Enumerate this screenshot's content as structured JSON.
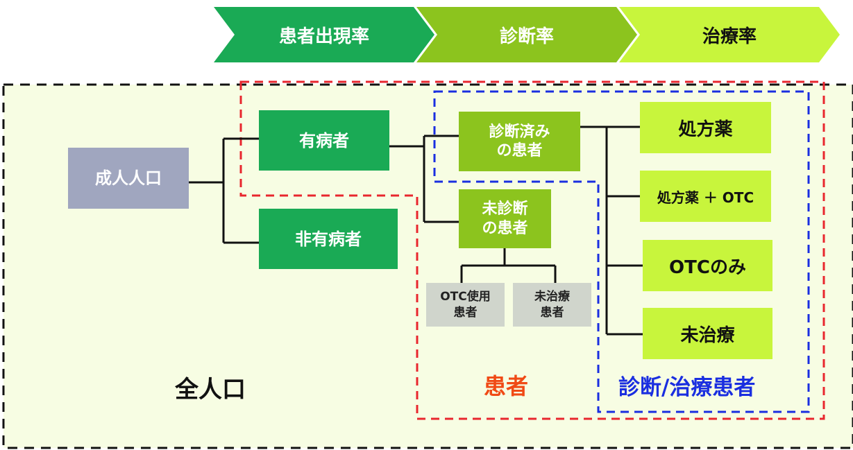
{
  "stages": [
    {
      "label": "患者出現率",
      "color": "#1aaa55"
    },
    {
      "label": "診断率",
      "color": "#8cc41e"
    },
    {
      "label": "治療率",
      "color": "#c8f53c"
    }
  ],
  "nodes": {
    "adult_population": "成人人口",
    "prevalent": "有病者",
    "non_prevalent": "非有病者",
    "diagnosed_line1": "診断済み",
    "diagnosed_line2": "の患者",
    "undiagnosed_line1": "未診断",
    "undiagnosed_line2": "の患者",
    "otc_user_line1": "OTC使用",
    "otc_user_line2": "患者",
    "untreated_small_line1": "未治療",
    "untreated_small_line2": "患者",
    "prescription": "処方薬",
    "prescription_otc": "処方薬 ＋ OTC",
    "otc_only": "OTCのみ",
    "untreated": "未治療"
  },
  "region_labels": {
    "total_population": "全人口",
    "patients": "患者",
    "diagnosed_treated": "診断/治療患者"
  },
  "colors": {
    "dark_green": "#1aaa55",
    "mid_green": "#8cc41e",
    "lime": "#c8f53c",
    "gray_blue": "#a0a6bf",
    "gray": "#d0d5cc",
    "red_dash": "#e8262e",
    "blue_dash": "#1a2ee0",
    "background": "#f7fde3"
  }
}
